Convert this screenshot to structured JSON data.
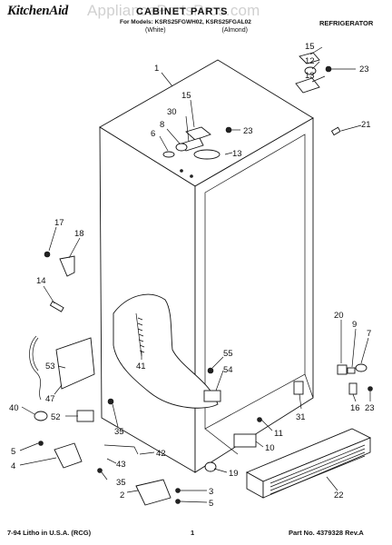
{
  "header": {
    "brand": "KitchenAid",
    "title": "CABINET PARTS",
    "models": "For Models: KSRS25FGWH02, KSRS25FGAL02",
    "color_1": "(White)",
    "color_2": "(Almond)",
    "section": "REFRIGERATOR"
  },
  "watermark": "AppliancePartsPros.com",
  "footer": {
    "litho": "7-94 Litho in U.S.A. (RCG)",
    "page": "1",
    "part_no": "Part No. 4379328 Rev.A"
  },
  "callouts": [
    "1",
    "15",
    "12",
    "13",
    "23",
    "15",
    "30",
    "8",
    "6",
    "23",
    "13",
    "21",
    "17",
    "18",
    "14",
    "20",
    "9",
    "7",
    "41",
    "55",
    "54",
    "53",
    "47",
    "52",
    "40",
    "35",
    "5",
    "4",
    "43",
    "35",
    "2",
    "3",
    "5",
    "42",
    "11",
    "10",
    "19",
    "31",
    "16",
    "23",
    "22"
  ]
}
